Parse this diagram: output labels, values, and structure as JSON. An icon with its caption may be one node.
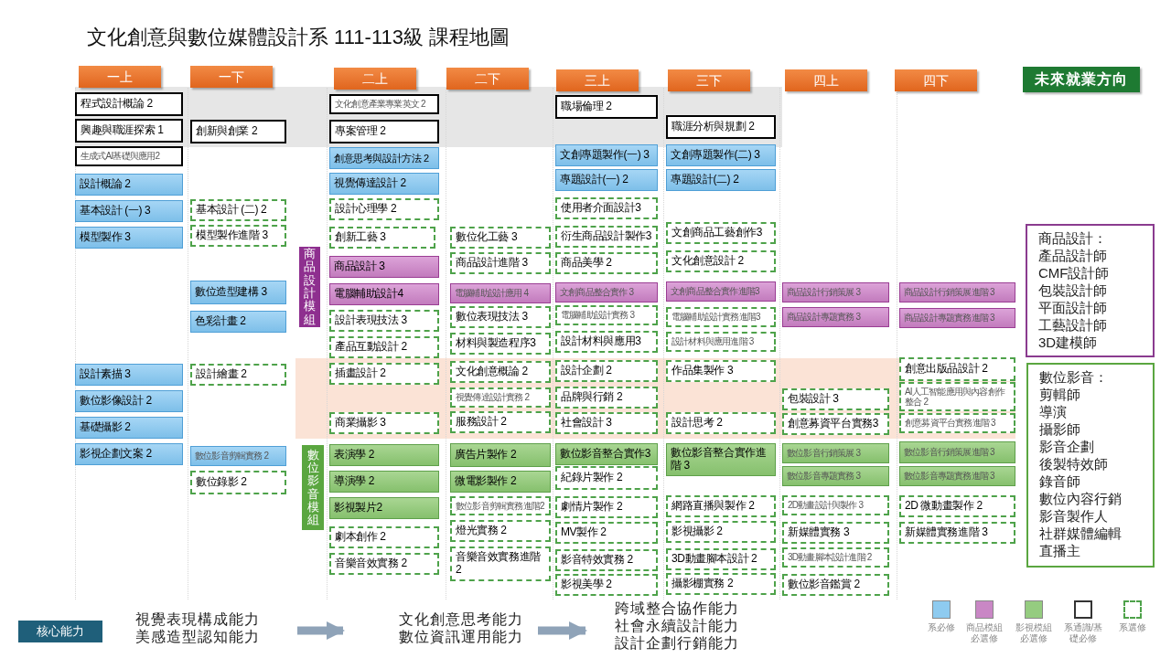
{
  "diagram": {
    "title": "文化創意與數位媒體設計系 111-113級 課程地圖",
    "nodes": [
      {
        "text": [
          "一上"
        ]
      },
      {
        "text": [
          "一下"
        ]
      },
      {
        "text": [
          "二上"
        ]
      },
      {
        "text": [
          "二下"
        ]
      },
      {
        "text": [
          "三上"
        ]
      },
      {
        "text": [
          "三下"
        ]
      },
      {
        "text": [
          "四上"
        ]
      },
      {
        "text": [
          "四下"
        ]
      },
      {
        "text": [
          "未來就業方向"
        ]
      },
      {
        "text": [
          "程式設計概論 2"
        ]
      },
      {
        "text": [
          "興趣與職涯探索 1"
        ]
      },
      {
        "text": [
          "生成式AI基礎與應用2"
        ]
      },
      {
        "text": [
          "設計概論 2"
        ]
      },
      {
        "text": [
          "基本設計 (一) 3"
        ]
      },
      {
        "text": [
          "模型製作 3"
        ]
      },
      {
        "text": [
          "設計素描 3"
        ]
      },
      {
        "text": [
          "數位影像設計 2"
        ]
      },
      {
        "text": [
          "基礎攝影 2"
        ]
      },
      {
        "text": [
          "影視企劃文案 2"
        ]
      },
      {
        "text": [
          "創新與創業 2"
        ]
      },
      {
        "text": [
          "基本設計 (二) 2"
        ]
      },
      {
        "text": [
          "模型製作進階 3"
        ]
      },
      {
        "text": [
          "數位造型建構 3"
        ]
      },
      {
        "text": [
          "色彩計畫 2"
        ]
      },
      {
        "text": [
          "設計繪畫 2"
        ]
      },
      {
        "text": [
          "數位影音剪輯實務 2"
        ]
      },
      {
        "text": [
          "數位錄影 2"
        ]
      },
      {
        "text": [
          "商品設計模組"
        ]
      },
      {
        "text": [
          "數位影音模組"
        ]
      },
      {
        "text": [
          "文化創意產業專業英文 2"
        ]
      },
      {
        "text": [
          "專案管理 2"
        ]
      },
      {
        "text": [
          "創意思考與設計方法 2"
        ]
      },
      {
        "text": [
          "視覺傳達設計 2"
        ]
      },
      {
        "text": [
          "設計心理學 2"
        ]
      },
      {
        "text": [
          "創新工藝 3"
        ]
      },
      {
        "text": [
          "商品設計 3"
        ]
      },
      {
        "text": [
          "電腦輔助設計4"
        ]
      },
      {
        "text": [
          "設計表現技法 3"
        ]
      },
      {
        "text": [
          "產品互動設計 2"
        ]
      },
      {
        "text": [
          "插畫設計 2"
        ]
      },
      {
        "text": [
          "商業攝影 3"
        ]
      },
      {
        "text": [
          "表演學 2"
        ]
      },
      {
        "text": [
          "導演學 2"
        ]
      },
      {
        "text": [
          "影視製片2"
        ]
      },
      {
        "text": [
          "劇本創作 2"
        ]
      },
      {
        "text": [
          "音樂音效實務 2"
        ]
      },
      {
        "text": [
          "數位化工藝 3"
        ]
      },
      {
        "text": [
          "商品設計進階 3"
        ]
      },
      {
        "text": [
          "電腦輔助設計應用 4"
        ]
      },
      {
        "text": [
          "數位表現技法 3"
        ]
      },
      {
        "text": [
          "材料與製造程序3"
        ]
      },
      {
        "text": [
          "文化創意概論 2"
        ]
      },
      {
        "text": [
          "視覺傳達設計實務 2"
        ]
      },
      {
        "text": [
          "服務設計 2"
        ]
      },
      {
        "text": [
          "廣告片製作 2"
        ]
      },
      {
        "text": [
          "微電影製作 2"
        ]
      },
      {
        "text": [
          "數位影音剪輯實務進階2"
        ]
      },
      {
        "text": [
          "燈光實務 2"
        ]
      },
      {
        "text": [
          "音樂音效實務進階 2"
        ]
      },
      {
        "text": [
          "職場倫理 2"
        ]
      },
      {
        "text": [
          "文創專題製作(一) 3"
        ]
      },
      {
        "text": [
          "專題設計(一) 2"
        ]
      },
      {
        "text": [
          "使用者介面設計3"
        ]
      },
      {
        "text": [
          "衍生商品設計製作3"
        ]
      },
      {
        "text": [
          "商品美學 2"
        ]
      },
      {
        "text": [
          "文創商品整合實作 3"
        ]
      },
      {
        "text": [
          "電腦輔助設計實務 3"
        ]
      },
      {
        "text": [
          "設計材料與應用3"
        ]
      },
      {
        "text": [
          "設計企劃 2"
        ]
      },
      {
        "text": [
          "品牌與行銷 2"
        ]
      },
      {
        "text": [
          "社會設計 3"
        ]
      },
      {
        "text": [
          "數位影音整合實作3"
        ]
      },
      {
        "text": [
          "紀錄片製作 2"
        ]
      },
      {
        "text": [
          "劇情片製作 2"
        ]
      },
      {
        "text": [
          "MV製作 2"
        ]
      },
      {
        "text": [
          "影音特效實務 2"
        ]
      },
      {
        "text": [
          "影視美學 2"
        ]
      },
      {
        "text": [
          "職涯分析與規劃 2"
        ]
      },
      {
        "text": [
          "文創專題製作(二) 3"
        ]
      },
      {
        "text": [
          "專題設計(二) 2"
        ]
      },
      {
        "text": [
          "文創商品工藝創作3"
        ]
      },
      {
        "text": [
          "文化創意設計 2"
        ]
      },
      {
        "text": [
          "文創商品整合實作進階3"
        ]
      },
      {
        "text": [
          "電腦輔助設計實務進階3"
        ]
      },
      {
        "text": [
          "設計材料與應用進階 3"
        ]
      },
      {
        "text": [
          "作品集製作 3"
        ]
      },
      {
        "text": [
          "設計思考 2"
        ]
      },
      {
        "text": [
          "數位影音整合實作進階 3"
        ]
      },
      {
        "text": [
          "網路直播與製作 2"
        ]
      },
      {
        "text": [
          "影視攝影 2"
        ]
      },
      {
        "text": [
          "3D動畫腳本設計 2"
        ]
      },
      {
        "text": [
          "攝影棚實務 2"
        ]
      },
      {
        "text": [
          "商品設計行銷策展 3"
        ]
      },
      {
        "text": [
          "商品設計專題實務 3"
        ]
      },
      {
        "text": [
          "包裝設計 3"
        ]
      },
      {
        "text": [
          "創意募資平台實務3"
        ]
      },
      {
        "text": [
          "數位影音行銷策展 3"
        ]
      },
      {
        "text": [
          "數位影音專題實務 3"
        ]
      },
      {
        "text": [
          "2D動畫設計與製作 3"
        ]
      },
      {
        "text": [
          "新媒體實務 3"
        ]
      },
      {
        "text": [
          "3D動畫腳本設計進階 2"
        ]
      },
      {
        "text": [
          "數位影音鑑賞 2"
        ]
      },
      {
        "text": [
          "商品設計行銷策展進階 3"
        ]
      },
      {
        "text": [
          "商品設計專題實務進階 3"
        ]
      },
      {
        "text": [
          "創意出版品設計 2"
        ]
      },
      {
        "text": [
          "AI人工智能應用與內容創作整合 2"
        ]
      },
      {
        "text": [
          "創意募資平台實務進階 3"
        ]
      },
      {
        "text": [
          "數位影音行銷策展進階 3"
        ]
      },
      {
        "text": [
          "數位影音專題實務進階 3"
        ]
      },
      {
        "text": [
          "2D 微動畫製作 2"
        ]
      },
      {
        "text": [
          "新媒體實務進階 3"
        ]
      },
      {
        "text": [
          "商品設計：",
          "產品設計師",
          "CMF設計師",
          "包裝設計師",
          "平面設計師",
          "工藝設計師",
          "3D建模師"
        ]
      },
      {
        "text": [
          "數位影音：",
          "剪輯師",
          "導演",
          "攝影師",
          "影音企劃",
          "後製特效師",
          "錄音師",
          "數位內容行銷",
          "影音製作人",
          "社群媒體編輯",
          "直播主"
        ]
      },
      {
        "text": [
          "核心能力"
        ]
      },
      {
        "text": [
          "視覺表現構成能力",
          "美感造型認知能力"
        ]
      },
      {
        "text": [
          "文化創意思考能力",
          "數位資訊運用能力"
        ]
      },
      {
        "text": [
          "跨域整合協作能力",
          "社會永續設計能力",
          "設計企劃行銷能力"
        ]
      }
    ],
    "edges": [
      {
        "from": 114,
        "to": 115,
        "arrow": "to"
      },
      {
        "from": 115,
        "to": 116,
        "arrow": "to"
      }
    ],
    "legend": [
      {
        "text": "系必修",
        "color": "#8ecbf0"
      },
      {
        "text": "商品模組必選修",
        "color": "#c987c5"
      },
      {
        "text": "影視模組必選修",
        "color": "#95cc80"
      },
      {
        "text": "系通識/基礎必修"
      },
      {
        "text": "系選修"
      }
    ]
  }
}
